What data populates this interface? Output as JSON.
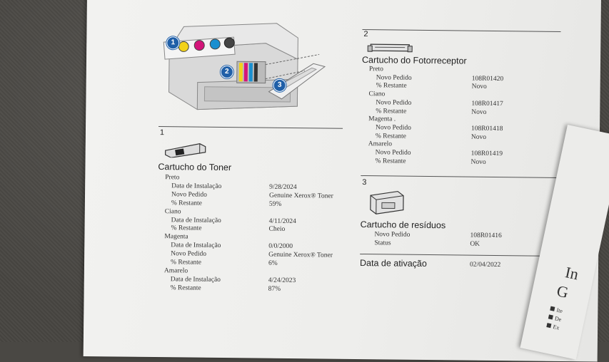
{
  "toner": {
    "number": "1",
    "title": "Cartucho do Toner",
    "rows": [
      {
        "label": "Preto",
        "value": ""
      },
      {
        "label": "Data de Instalação",
        "value": "9/28/2024"
      },
      {
        "label": "Novo Pedido",
        "value": "Genuine Xerox® Toner"
      },
      {
        "label": "% Restante",
        "value": "59%"
      },
      {
        "label": "Ciano",
        "value": ""
      },
      {
        "label": "Data de Instalação",
        "value": "4/11/2024"
      },
      {
        "label": "% Restante",
        "value": "Cheio"
      },
      {
        "label": "Magenta",
        "value": ""
      },
      {
        "label": "Data de Instalação",
        "value": "0/0/2000"
      },
      {
        "label": "Novo Pedido",
        "value": "Genuine Xerox® Toner"
      },
      {
        "label": "% Restante",
        "value": "6%"
      },
      {
        "label": "Amarelo",
        "value": ""
      },
      {
        "label": "Data de Instalação",
        "value": "4/24/2023"
      },
      {
        "label": "% Restante",
        "value": "87%"
      }
    ]
  },
  "photoreceptor": {
    "number": "2",
    "title": "Cartucho do Fotorreceptor",
    "rows": [
      {
        "label": "Preto",
        "value": ""
      },
      {
        "label": "Novo Pedido",
        "value": "108R01420"
      },
      {
        "label": "% Restante",
        "value": "Novo"
      },
      {
        "label": "Ciano",
        "value": ""
      },
      {
        "label": "Novo Pedido",
        "value": "108R01417"
      },
      {
        "label": "% Restante",
        "value": "Novo"
      },
      {
        "label": "Magenta .",
        "value": ""
      },
      {
        "label": "Novo Pedido",
        "value": "108R01418"
      },
      {
        "label": "% Restante",
        "value": "Novo"
      },
      {
        "label": "Amarelo",
        "value": ""
      },
      {
        "label": "Novo Pedido",
        "value": "108R01419"
      },
      {
        "label": "% Restante",
        "value": "Novo"
      }
    ]
  },
  "waste": {
    "number": "3",
    "title": "Cartucho de resíduos",
    "rows": [
      {
        "label": "Novo Pedido",
        "value": "108R01416"
      },
      {
        "label": "Status",
        "value": "OK"
      }
    ]
  },
  "activation": {
    "label": "Data de ativação",
    "value": "02/04/2022"
  },
  "diagram_badges": [
    "1",
    "2",
    "3"
  ],
  "side_text": {
    "big1": "In",
    "big2": "G",
    "lines": [
      "Ite",
      "De",
      "Ex"
    ]
  }
}
